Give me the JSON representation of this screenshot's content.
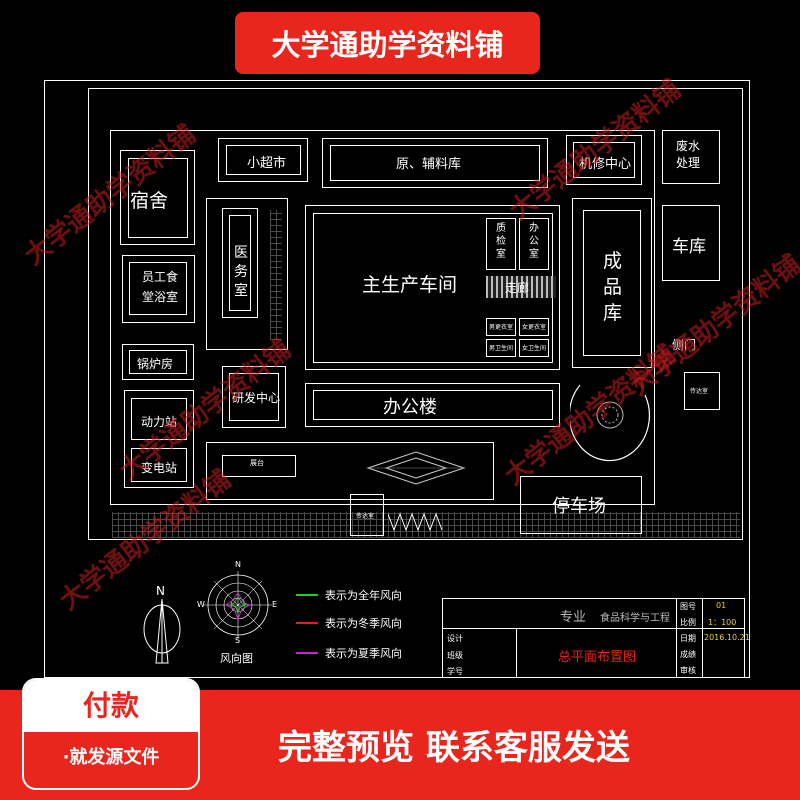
{
  "banner": {
    "title": "大学通助学资料铺"
  },
  "watermark": "大学通助学资料铺",
  "buildings": {
    "dorm": "宿舍",
    "supermarket": "小超市",
    "raw_material_store": "原、辅料库",
    "repair_center": "机修中心",
    "waste_water": "废水处理",
    "garage": "车库",
    "canteen_bath": "员工食堂浴室",
    "clinic": "医务室",
    "main_workshop": "主生产车间",
    "qc_room": "质检室",
    "office_room": "办公室",
    "corridor": "走廊",
    "finished_store": "成品库",
    "boiler_room": "锅炉房",
    "side_gate": "侧门",
    "rnd_center": "研发中心",
    "office_building": "办公楼",
    "power_station": "动力站",
    "substation": "变电站",
    "parking": "停车场",
    "small_rooms": [
      "男更衣室",
      "女更衣室",
      "男卫生间",
      "女卫生间"
    ],
    "guard_left": "传达室",
    "guard_right": "传达室",
    "platform": "展台"
  },
  "wind_rose": {
    "north": "N",
    "label": "风向图",
    "dirs": [
      "N",
      "S",
      "W",
      "E"
    ]
  },
  "legend": [
    {
      "text": "表示为全年风向",
      "color": "#22cc22"
    },
    {
      "text": "表示为冬季风向",
      "color": "#dd2222"
    },
    {
      "text": "表示为夏季风向",
      "color": "#cc22cc"
    }
  ],
  "title_block": {
    "major_label": "专业",
    "major": "食品科学与工程",
    "drawing_title": "总平面布置图",
    "fig_no_label": "图号",
    "fig_no": "01",
    "scale_label": "比例",
    "scale": "1：100",
    "date_label": "日期",
    "date": "2016.10.21",
    "score_label": "成绩",
    "review_label": "审核",
    "designer_label": "设计",
    "class_label": "班级",
    "student_label": "学号"
  },
  "footer": {
    "pay_title": "付款",
    "pay_sub": "·就发源文件",
    "preview": "完整预览  联系客服发送"
  },
  "colors": {
    "brand_red": "#e8261d",
    "line": "#ffffff",
    "bg": "#000000"
  }
}
